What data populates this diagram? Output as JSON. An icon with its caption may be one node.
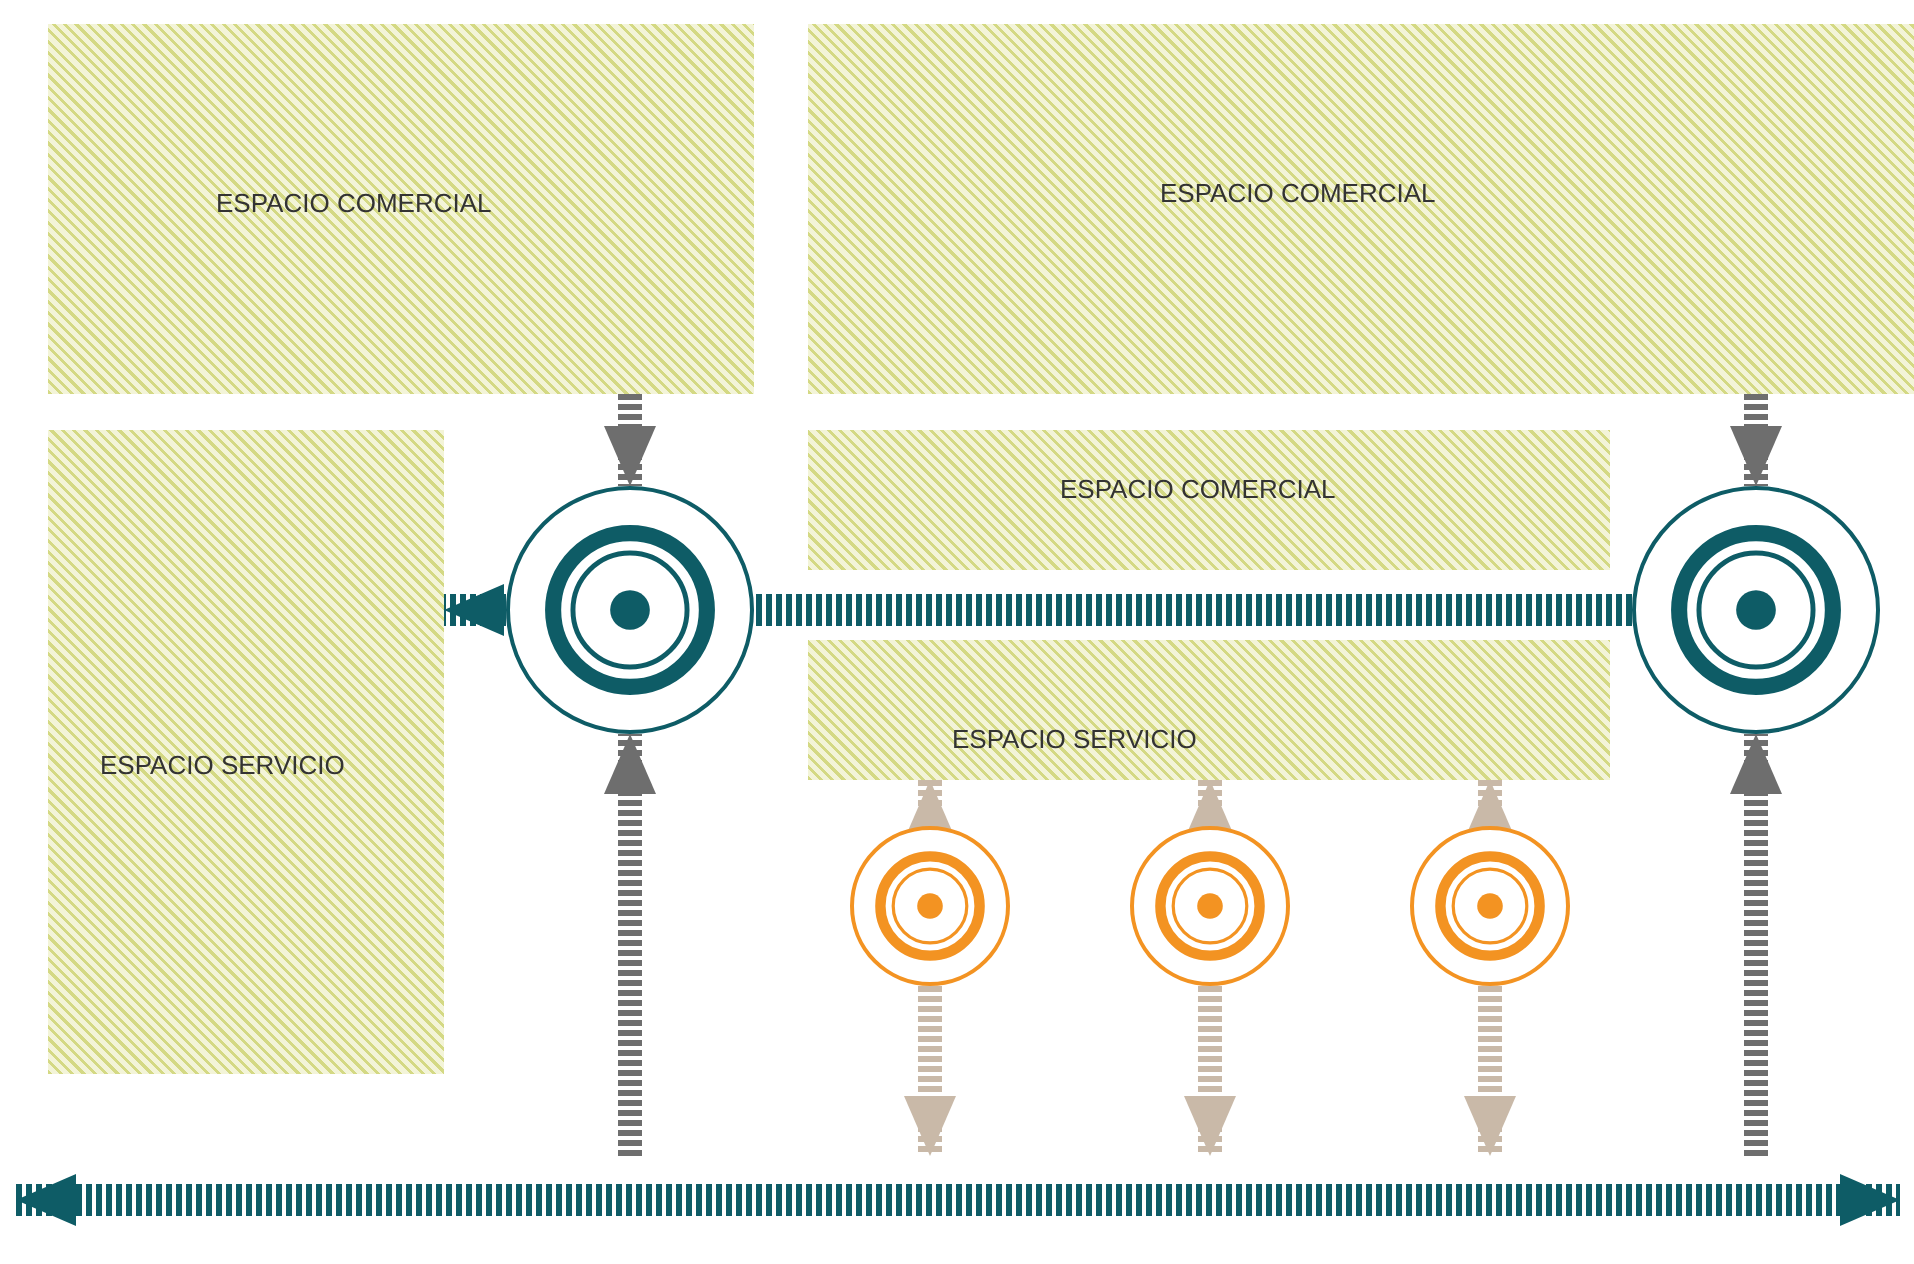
{
  "diagram": {
    "nodes": [
      {
        "text": [
          "ESPACIO COMERCIAL"
        ]
      },
      {
        "text": [
          "ESPACIO COMERCIAL"
        ]
      },
      {
        "text": [
          "ESPACIO SERVICIO"
        ]
      },
      {
        "text": [
          "ESPACIO COMERCIAL"
        ]
      },
      {
        "text": [
          "ESPACIO SERVICIO"
        ]
      },
      {
        "text": [],
        "shape": "circle"
      },
      {
        "text": [],
        "shape": "circle"
      },
      {
        "text": [],
        "shape": "circle"
      },
      {
        "text": [],
        "shape": "circle"
      },
      {
        "text": [],
        "shape": "circle"
      }
    ],
    "edges": [
      {
        "from": 0,
        "to": 5,
        "arrow": "to",
        "style": "dashed",
        "color": "#6e6e6e"
      },
      {
        "from": 1,
        "to": 6,
        "arrow": "to",
        "style": "dashed",
        "color": "#6e6e6e"
      },
      {
        "from": null,
        "to": 5,
        "arrow": "to",
        "style": "dashed",
        "color": "#6e6e6e"
      },
      {
        "from": null,
        "to": 6,
        "arrow": "to",
        "style": "dashed",
        "color": "#6e6e6e"
      },
      {
        "from": 6,
        "to": 5,
        "arrow": "none",
        "style": "dashed",
        "color": "#0e5c66"
      },
      {
        "from": 5,
        "to": 2,
        "arrow": "to",
        "style": "dashed",
        "color": "#0e5c66"
      },
      {
        "from": 7,
        "to": 4,
        "arrow": "to",
        "style": "dashed"
      },
      {
        "from": 8,
        "to": 4,
        "arrow": "to",
        "style": "dashed"
      },
      {
        "from": 9,
        "to": 4,
        "arrow": "to",
        "style": "dashed"
      },
      {
        "from": 7,
        "to": null,
        "arrow": "to",
        "style": "dashed"
      },
      {
        "from": 8,
        "to": null,
        "arrow": "to",
        "style": "dashed"
      },
      {
        "from": 9,
        "to": null,
        "arrow": "to",
        "style": "dashed"
      }
    ]
  }
}
